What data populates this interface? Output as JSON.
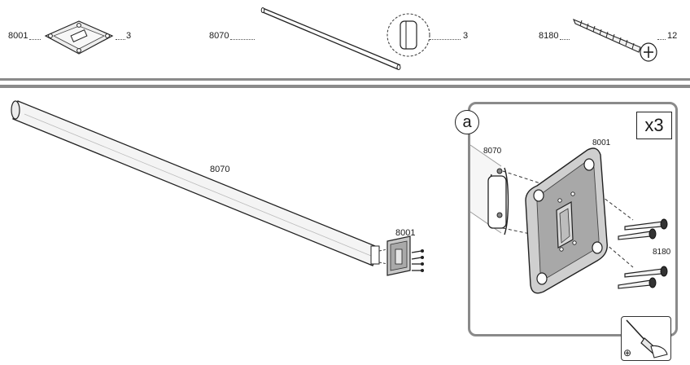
{
  "parts": [
    {
      "code": "8001",
      "qty": "3"
    },
    {
      "code": "8070",
      "qty": "3"
    },
    {
      "code": "8180",
      "qty": "12"
    }
  ],
  "main": {
    "tube_label": "8070",
    "plate_label": "8001"
  },
  "detail": {
    "letter": "a",
    "count": "x3",
    "tube_label": "8070",
    "plate_label": "8001",
    "screw_label": "8180"
  },
  "tool": {
    "icon": "screwdriver-icon",
    "symbol": "⊕"
  }
}
